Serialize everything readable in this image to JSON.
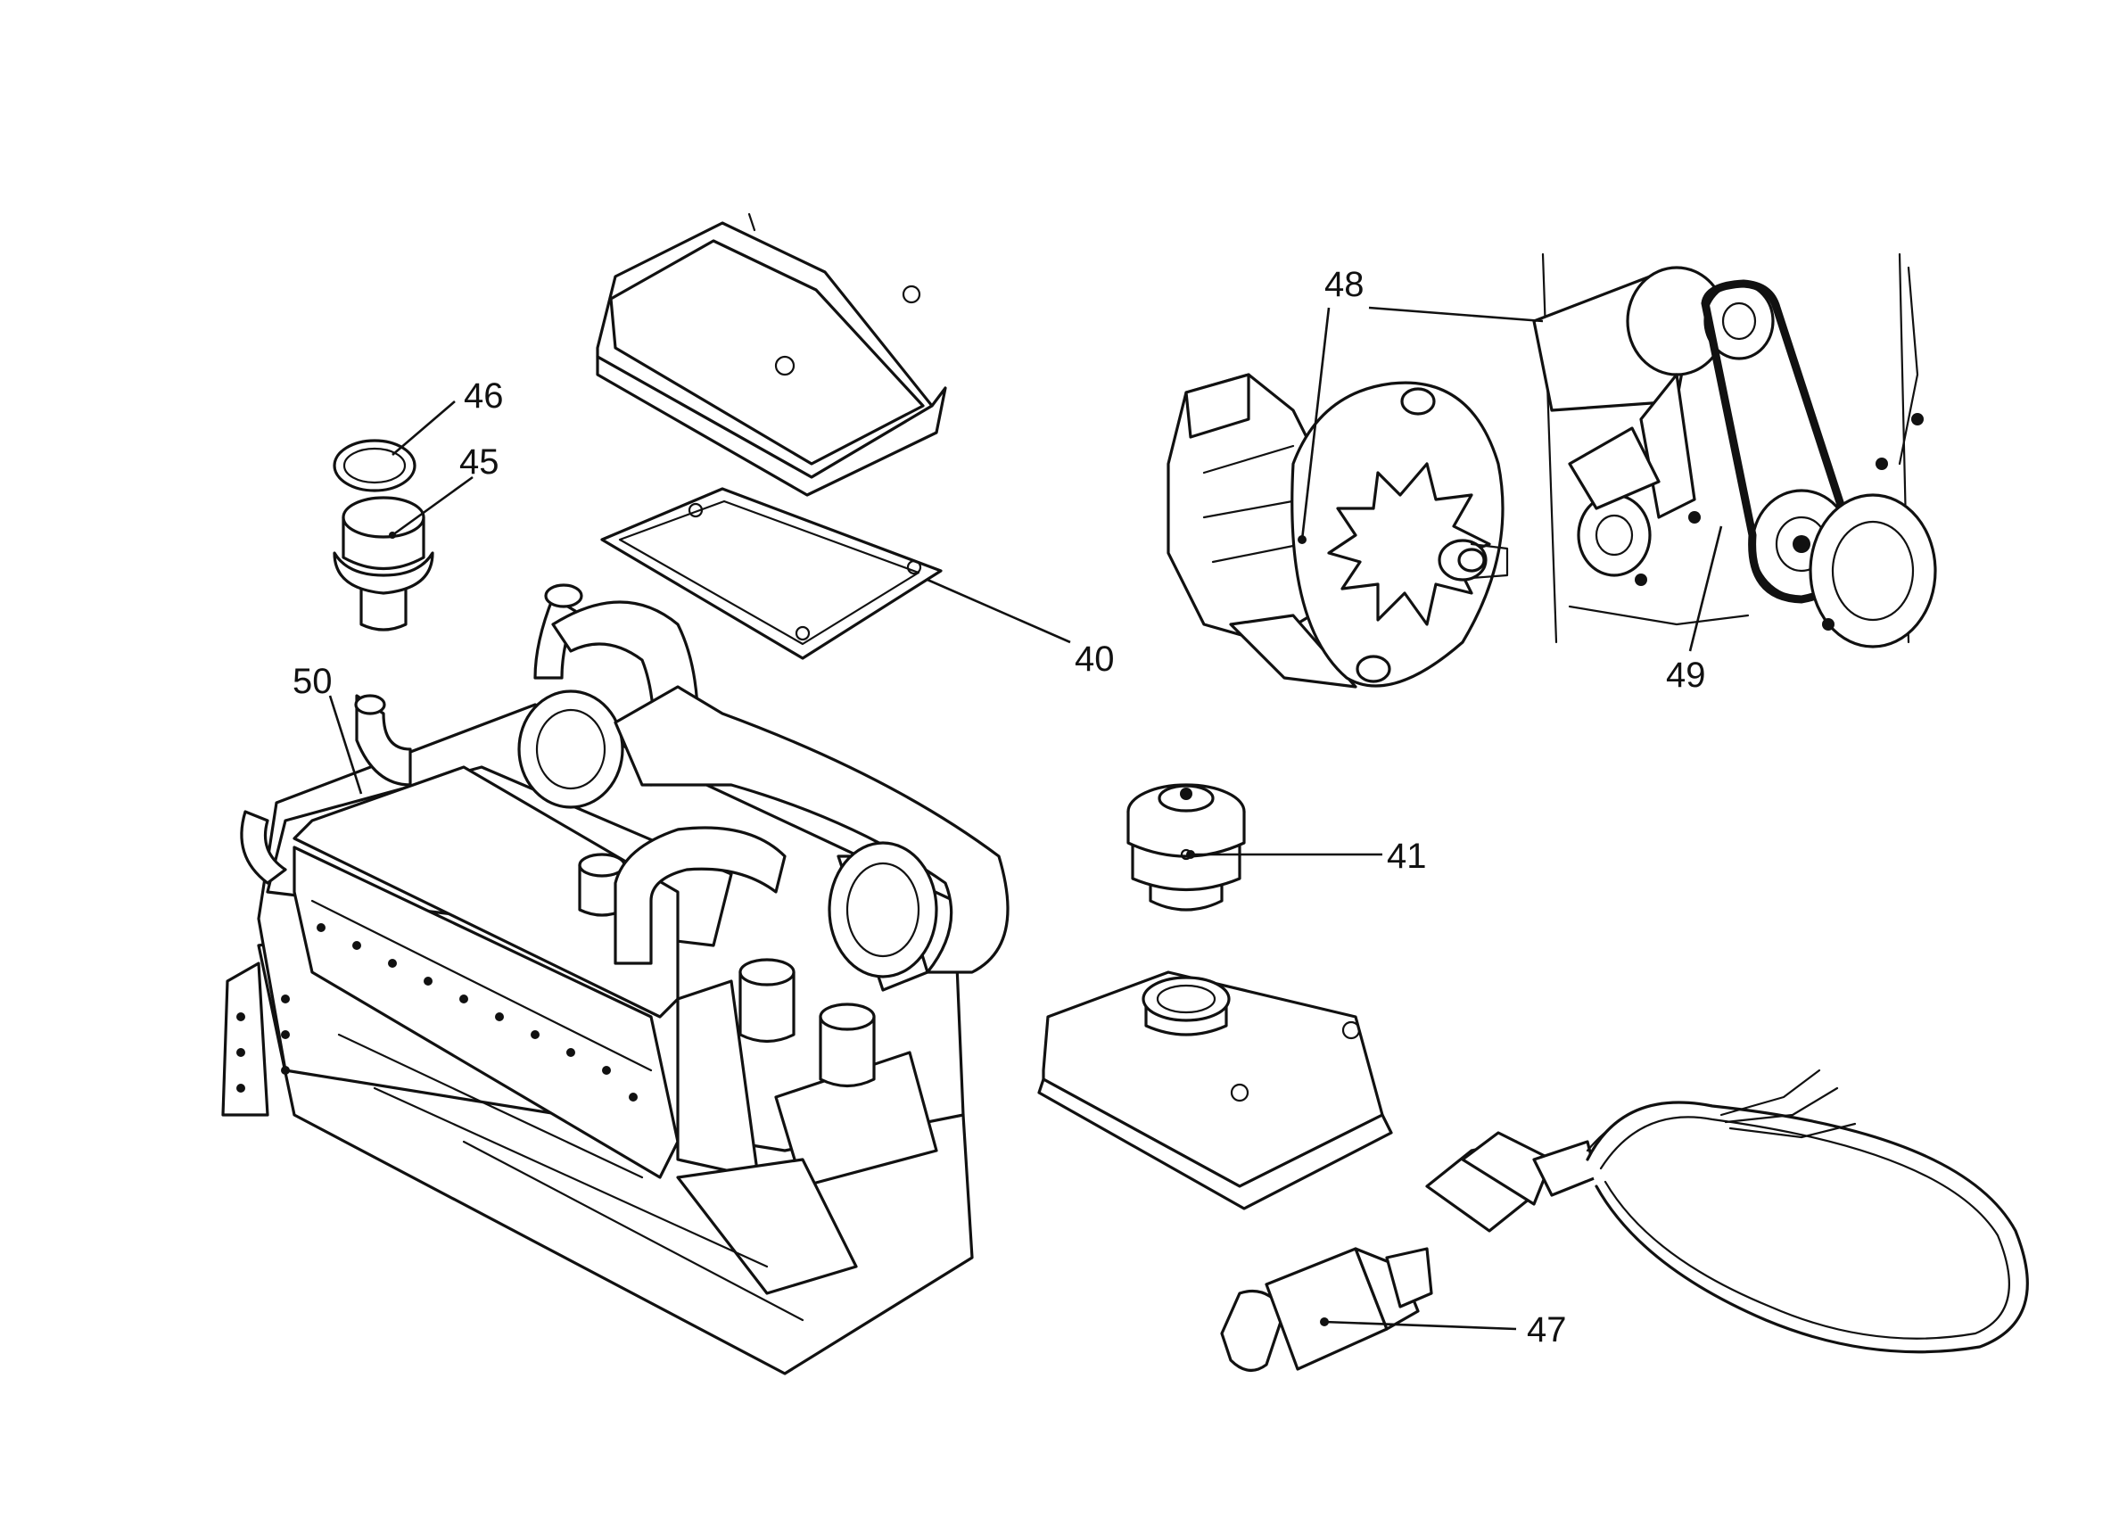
{
  "callouts": {
    "c40": "40",
    "c41": "41",
    "c45": "45",
    "c46": "46",
    "c47": "47",
    "c48": "48",
    "c49": "49",
    "c50": "50"
  },
  "colors": {
    "ink": "#111111",
    "paper": "#ffffff"
  }
}
